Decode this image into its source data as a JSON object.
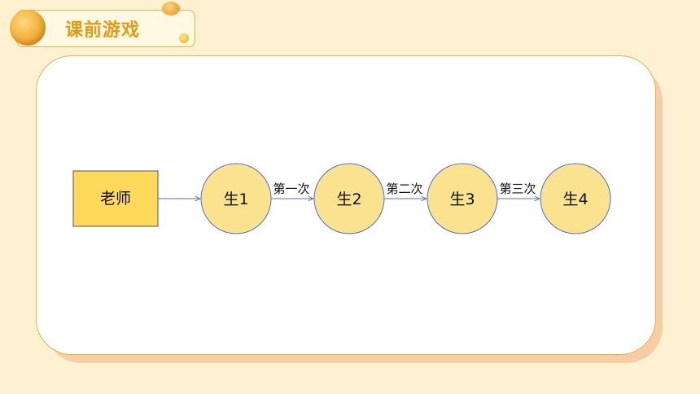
{
  "header": {
    "title": "课前游戏"
  },
  "diagram": {
    "teacher": "老师",
    "students": [
      "生1",
      "生2",
      "生3",
      "生4"
    ],
    "edge_labels": [
      "第一次",
      "第二次",
      "第三次"
    ]
  },
  "colors": {
    "node_fill": "#fbe28f",
    "teacher_fill": "#ffd95c",
    "edge": "#4f6fd1",
    "accent": "#e39a12"
  }
}
